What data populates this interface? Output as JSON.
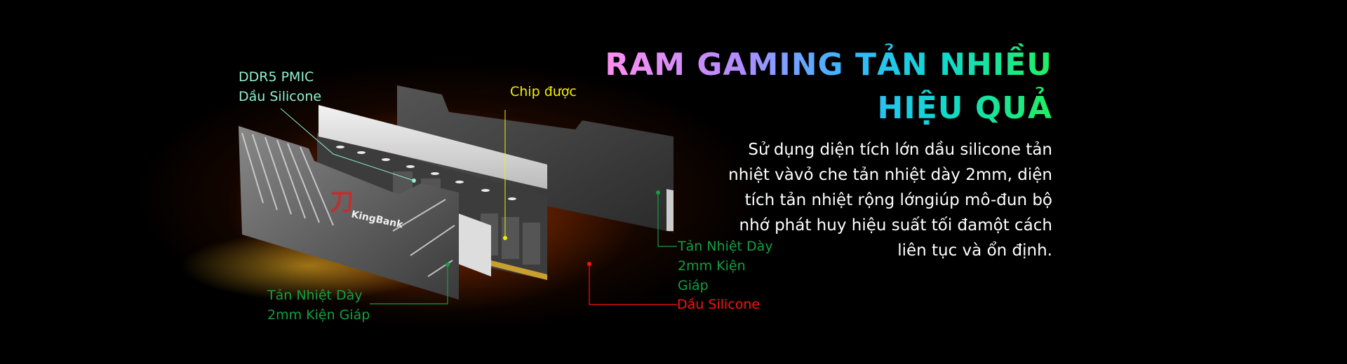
{
  "heading": {
    "line1": "RAM GAMING TẢN NHIỀU",
    "line2": "HIỆU QUẢ"
  },
  "description": [
    "Sử dụng diện tích lớn dầu silicone tản",
    "nhiệt vàvỏ che tản nhiệt dày 2mm, diện",
    "tích tản nhiệt rộng lớngiúp mô-đun bộ",
    "nhớ phát huy hiệu suất tối đamột cách",
    "liên tục và ổn định."
  ],
  "labels": {
    "pmic": {
      "line1": "DDR5 PMIC",
      "line2": "Dầu Silicone"
    },
    "chip": "Chip được",
    "front_heatsink": {
      "line1": "Tản Nhiệt Dày",
      "line2": "2mm Kiện Giáp"
    },
    "back_heatsink": {
      "line1": "Tản Nhiệt Dày",
      "line2": "2mm Kiện",
      "line3": "Giáp"
    },
    "silicone": "Dầu Silicone"
  },
  "logo": "KingBank",
  "colors": {
    "pmic": "#8ff0d0",
    "chip": "#f0f000",
    "green": "#12a040",
    "red": "#ff1010"
  }
}
